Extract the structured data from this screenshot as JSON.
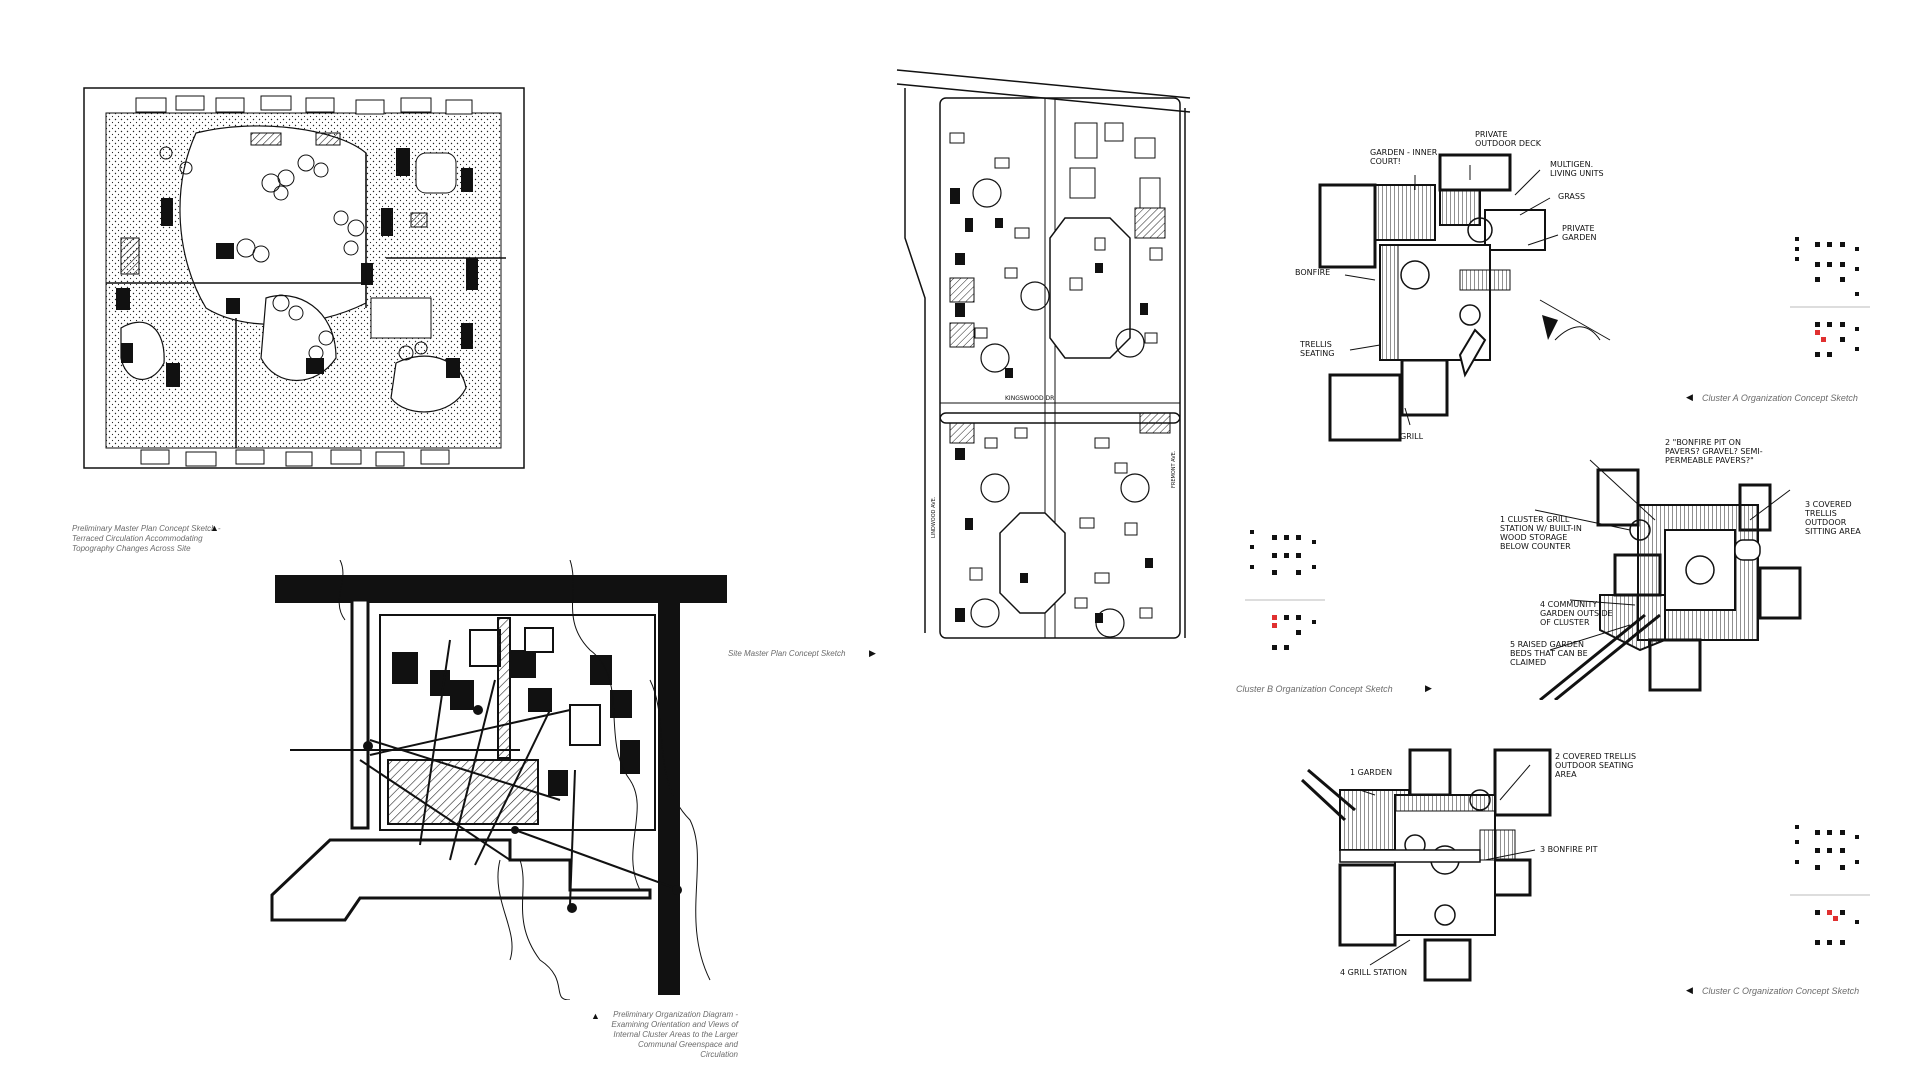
{
  "captions": {
    "preliminary_master_plan": "Preliminary Master Plan Concept Sketch - Terraced Circulation Accommodating Topography Changes Across Site",
    "preliminary_organization": "Preliminary Organization Diagram - Examining Orientation and Views of Internal Cluster Areas to the Larger Communal Greenspace and Circulation",
    "site_master_plan": "Site Master Plan Concept Sketch",
    "cluster_a": "Cluster A Organization Concept Sketch",
    "cluster_b": "Cluster B Organization Concept Sketch",
    "cluster_c": "Cluster C Organization Concept Sketch"
  },
  "cluster_a_notes": {
    "garden": "GARDEN - INNER COURT!",
    "private_deck": "PRIVATE OUTDOOR DECK",
    "multigen": "MULTIGEN. LIVING UNITS",
    "grass": "GRASS",
    "private_garden": "PRIVATE GARDEN",
    "bonfire": "BONFIRE",
    "trellis": "TRELLIS SEATING",
    "grill": "GRILL"
  },
  "cluster_b_notes": {
    "n1": "1 CLUSTER GRILL STATION W/ BUILT-IN WOOD STORAGE BELOW COUNTER",
    "n2": "2 \"BONFIRE PIT ON PAVERS? GRAVEL? SEMI-PERMEABLE PAVERS?\"",
    "n3": "3 COVERED TRELLIS OUTDOOR SITTING AREA",
    "n4": "4 COMMUNITY GARDEN OUTSIDE OF CLUSTER",
    "n5": "5 RAISED GARDEN BEDS THAT CAN BE CLAIMED"
  },
  "cluster_c_notes": {
    "n1": "1 GARDEN",
    "n2": "2 COVERED TRELLIS OUTDOOR SEATING AREA",
    "n3": "3 BONFIRE PIT",
    "n4": "4 GRILL STATION"
  },
  "site_plan_labels": {
    "street_a": "KINGSWOOD DR.",
    "street_b": "LINDWOOD AVE.",
    "street_c": "FREMONT AVE."
  },
  "colors": {
    "ink": "#111111",
    "paper": "#ffffff",
    "caption": "#6b6b6b",
    "highlight": "#e03030"
  }
}
